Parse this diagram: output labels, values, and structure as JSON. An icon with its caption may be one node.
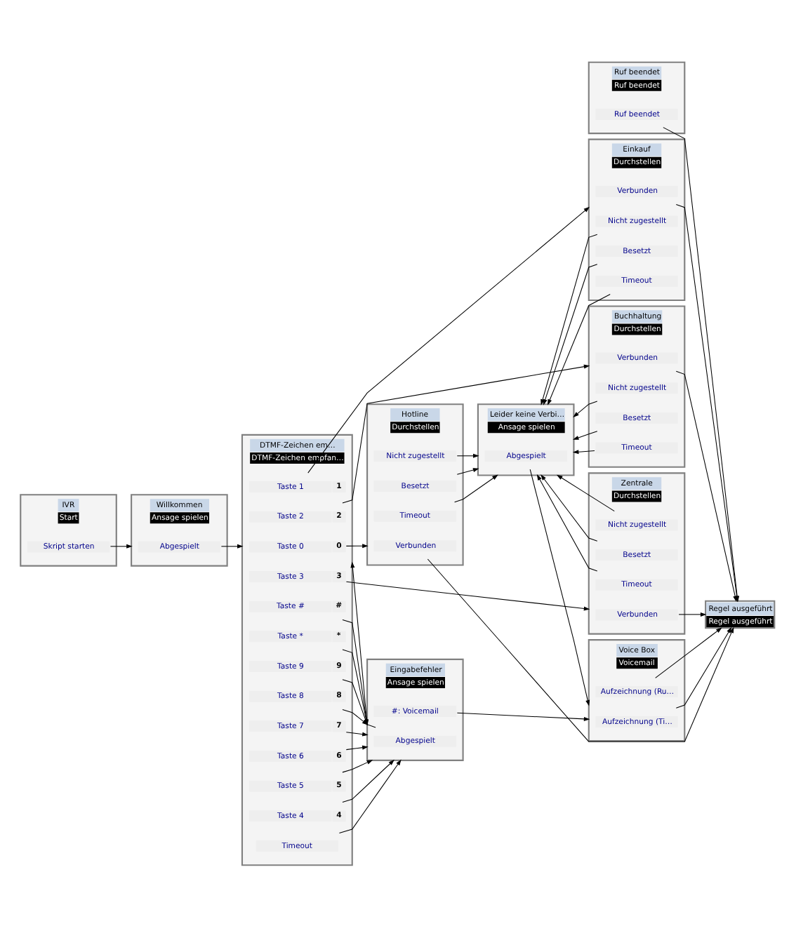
{
  "diagram": {
    "nodes": [
      {
        "text": [
          "IVR",
          "Start"
        ]
      },
      {
        "text": [
          "Skript starten"
        ],
        "in": 0
      },
      {
        "text": [
          "Willkommen",
          "Ansage spielen"
        ]
      },
      {
        "text": [
          "Abgespielt"
        ],
        "in": 2
      },
      {
        "text": [
          "Ruf beendet",
          "Ruf beendet"
        ]
      },
      {
        "text": [
          "Ruf beendet"
        ],
        "in": 4
      },
      {
        "text": [
          "Regel ausgeführt",
          "Regel ausgeführt"
        ]
      },
      {
        "text": [
          "DTMF-Zeichen em…",
          "DTMF-Zeichen empfan…"
        ]
      },
      {
        "text": [
          "Taste 0",
          "0"
        ],
        "in": 7
      },
      {
        "text": [
          "Taste 1",
          "1"
        ],
        "in": 7
      },
      {
        "text": [
          "Taste 2",
          "2"
        ],
        "in": 7
      },
      {
        "text": [
          "Taste 3",
          "3"
        ],
        "in": 7
      },
      {
        "text": [
          "Taste 4",
          "4"
        ],
        "in": 7
      },
      {
        "text": [
          "Taste 5",
          "5"
        ],
        "in": 7
      },
      {
        "text": [
          "Taste 6",
          "6"
        ],
        "in": 7
      },
      {
        "text": [
          "Taste 7",
          "7"
        ],
        "in": 7
      },
      {
        "text": [
          "Taste 8",
          "8"
        ],
        "in": 7
      },
      {
        "text": [
          "Taste 9",
          "9"
        ],
        "in": 7
      },
      {
        "text": [
          "Taste *",
          "*"
        ],
        "in": 7
      },
      {
        "text": [
          "Taste #",
          "#"
        ],
        "in": 7
      },
      {
        "text": [
          "Timeout"
        ],
        "in": 7
      },
      {
        "text": [
          "Hotline",
          "Durchstellen"
        ]
      },
      {
        "text": [
          "Verbunden"
        ],
        "in": 21
      },
      {
        "text": [
          "Timeout"
        ],
        "in": 21
      },
      {
        "text": [
          "Besetzt"
        ],
        "in": 21
      },
      {
        "text": [
          "Nicht zugestellt"
        ],
        "in": 21
      },
      {
        "text": [
          "Leider keine Verbi…",
          "Ansage spielen"
        ]
      },
      {
        "text": [
          "Abgespielt"
        ],
        "in": 26
      },
      {
        "text": [
          "Einkauf",
          "Durchstellen"
        ]
      },
      {
        "text": [
          "Verbunden"
        ],
        "in": 28
      },
      {
        "text": [
          "Timeout"
        ],
        "in": 28
      },
      {
        "text": [
          "Besetzt"
        ],
        "in": 28
      },
      {
        "text": [
          "Nicht zugestellt"
        ],
        "in": 28
      },
      {
        "text": [
          "Eingabefehler",
          "Ansage spielen"
        ]
      },
      {
        "text": [
          "Abgespielt"
        ],
        "in": 33
      },
      {
        "text": [
          "#: Voicemail"
        ],
        "in": 33
      },
      {
        "text": [
          "Buchhaltung",
          "Durchstellen"
        ]
      },
      {
        "text": [
          "Verbunden"
        ],
        "in": 36
      },
      {
        "text": [
          "Timeout"
        ],
        "in": 36
      },
      {
        "text": [
          "Besetzt"
        ],
        "in": 36
      },
      {
        "text": [
          "Nicht zugestellt"
        ],
        "in": 36
      },
      {
        "text": [
          "Voice Box",
          "Voicemail"
        ]
      },
      {
        "text": [
          "Aufzeichnung (Ti…"
        ],
        "in": 41
      },
      {
        "text": [
          "Aufzeichnung (Ru…"
        ],
        "in": 41
      },
      {
        "text": [
          "Zentrale",
          "Durchstellen"
        ]
      },
      {
        "text": [
          "Verbunden"
        ],
        "in": 44
      },
      {
        "text": [
          "Timeout"
        ],
        "in": 44
      },
      {
        "text": [
          "Besetzt"
        ],
        "in": 44
      },
      {
        "text": [
          "Nicht zugestellt"
        ],
        "in": 44
      }
    ],
    "edges": [
      {
        "from": 1,
        "to": 2,
        "arrow": "to"
      },
      {
        "from": 3,
        "to": 7,
        "arrow": "to"
      },
      {
        "from": 34,
        "to": 7,
        "arrow": "to"
      },
      {
        "from": 8,
        "to": 21,
        "arrow": "to"
      },
      {
        "from": 9,
        "to": 28,
        "arrow": "to"
      },
      {
        "from": 10,
        "to": 36,
        "arrow": "to"
      },
      {
        "from": 11,
        "to": 44,
        "arrow": "to"
      },
      {
        "from": 12,
        "to": 33,
        "arrow": "to"
      },
      {
        "from": 13,
        "to": 33,
        "arrow": "to"
      },
      {
        "from": 14,
        "to": 33,
        "arrow": "to"
      },
      {
        "from": 15,
        "to": 33,
        "arrow": "to"
      },
      {
        "from": 16,
        "to": 33,
        "arrow": "to"
      },
      {
        "from": 17,
        "to": 33,
        "arrow": "to"
      },
      {
        "from": 18,
        "to": 33,
        "arrow": "to"
      },
      {
        "from": 19,
        "to": 33,
        "arrow": "to"
      },
      {
        "from": 20,
        "to": 33,
        "arrow": "to"
      },
      {
        "from": 35,
        "to": 41,
        "arrow": "to"
      },
      {
        "from": 22,
        "to": 6,
        "arrow": "to"
      },
      {
        "from": 29,
        "to": 6,
        "arrow": "to"
      },
      {
        "from": 37,
        "to": 6,
        "arrow": "to"
      },
      {
        "from": 45,
        "to": 6,
        "arrow": "to"
      },
      {
        "from": 23,
        "to": 26,
        "arrow": "to"
      },
      {
        "from": 24,
        "to": 26,
        "arrow": "to"
      },
      {
        "from": 25,
        "to": 26,
        "arrow": "to"
      },
      {
        "from": 30,
        "to": 26,
        "arrow": "to"
      },
      {
        "from": 31,
        "to": 26,
        "arrow": "to"
      },
      {
        "from": 32,
        "to": 26,
        "arrow": "to"
      },
      {
        "from": 38,
        "to": 26,
        "arrow": "to"
      },
      {
        "from": 39,
        "to": 26,
        "arrow": "to"
      },
      {
        "from": 40,
        "to": 26,
        "arrow": "to"
      },
      {
        "from": 46,
        "to": 26,
        "arrow": "to"
      },
      {
        "from": 47,
        "to": 26,
        "arrow": "to"
      },
      {
        "from": 48,
        "to": 26,
        "arrow": "to"
      },
      {
        "from": 27,
        "to": 41,
        "arrow": "to"
      },
      {
        "from": 5,
        "to": 6,
        "arrow": "to"
      },
      {
        "from": 42,
        "to": 6,
        "arrow": "to"
      },
      {
        "from": 43,
        "to": 6,
        "arrow": "to"
      }
    ]
  }
}
